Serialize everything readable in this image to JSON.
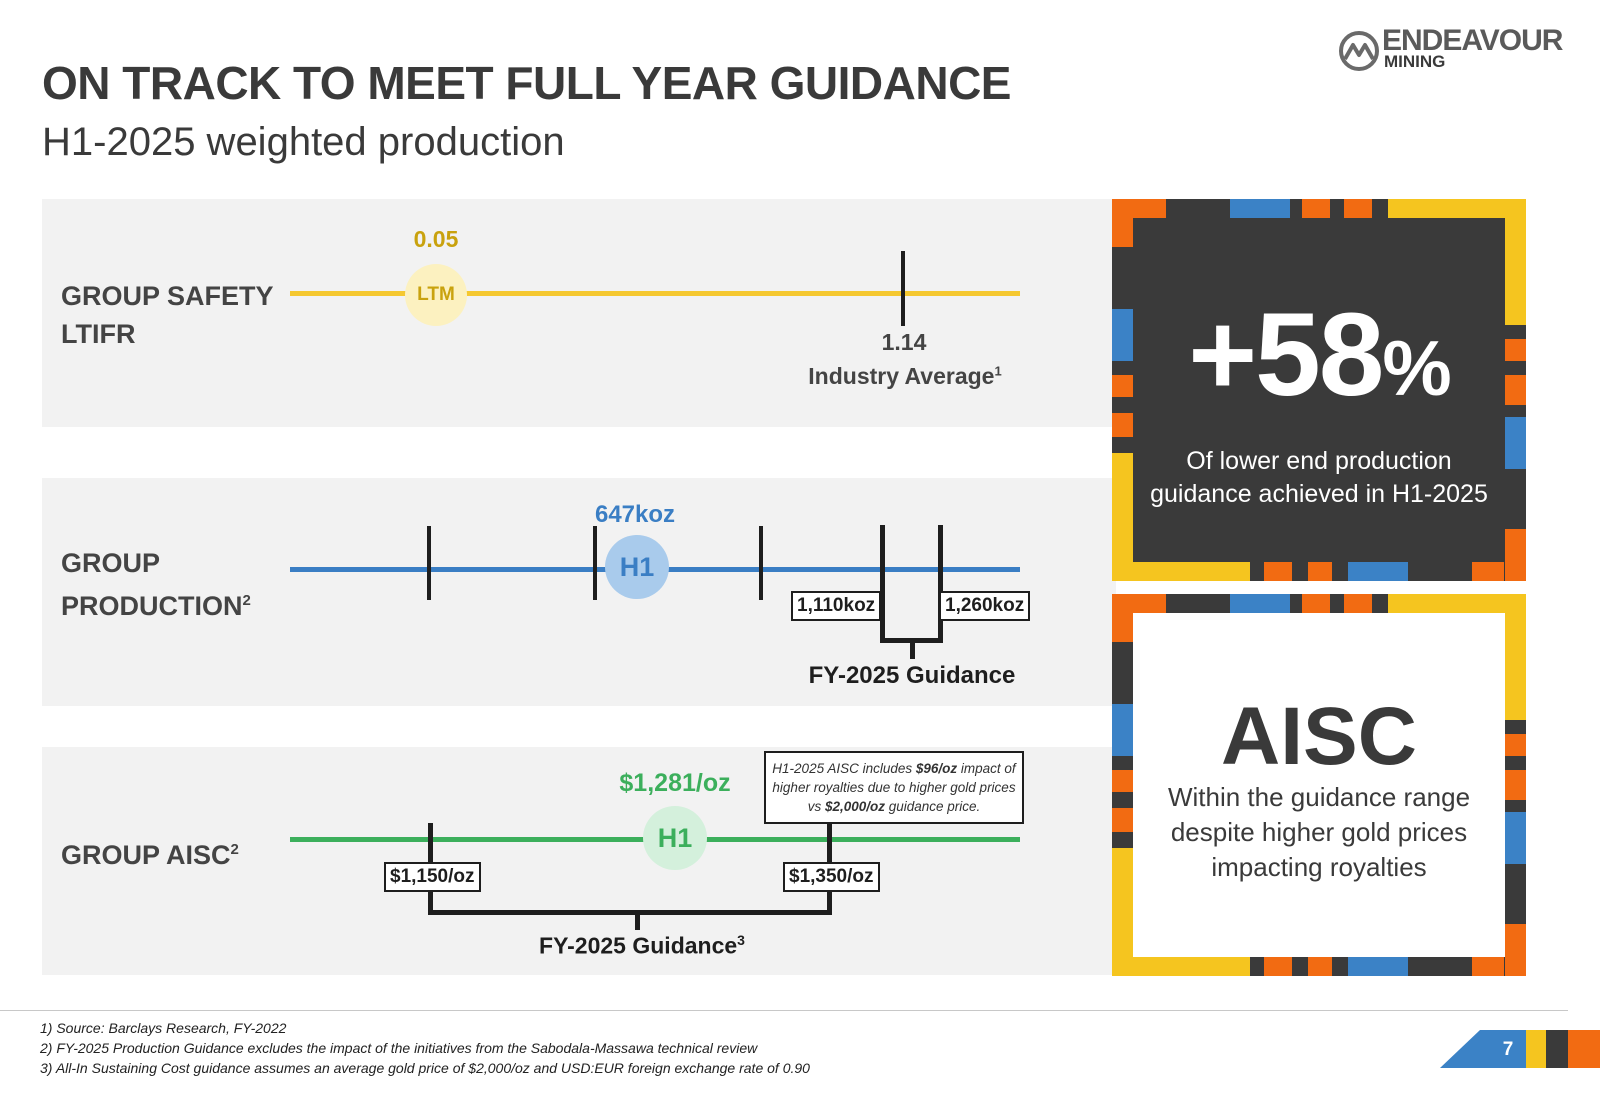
{
  "header": {
    "title": "ON TRACK TO MEET FULL YEAR GUIDANCE",
    "subtitle": "H1-2025 weighted production"
  },
  "logo": {
    "line1": "ENDEAVOUR",
    "line2": "MINING",
    "icon": "mountain-logo-icon"
  },
  "colors": {
    "safety": "#f5c830",
    "production": "#3a7ec4",
    "aisc": "#3caf5c",
    "orange": "#f26b12",
    "blue": "#3b82c6",
    "yellow": "#f5c51f",
    "dark": "#3a3a3a"
  },
  "safety": {
    "label_line1": "GROUP SAFETY",
    "label_line2": "LTIFR",
    "value": "0.05",
    "marker": "LTM",
    "industry_value": "1.14",
    "industry_label": "Industry Average",
    "industry_sup": "1"
  },
  "production": {
    "label_line1": "GROUP",
    "label_line2": "PRODUCTION",
    "label_sup": "2",
    "value": "647koz",
    "marker": "H1",
    "guidance_low": "1,110koz",
    "guidance_high": "1,260koz",
    "guidance_label": "FY-2025 Guidance"
  },
  "aisc": {
    "label": "GROUP AISC",
    "label_sup": "2",
    "value": "$1,281/oz",
    "marker": "H1",
    "guidance_low": "$1,150/oz",
    "guidance_high": "$1,350/oz",
    "guidance_label": "FY-2025 Guidance",
    "guidance_sup": "3",
    "callout": {
      "p1": "H1-2025 AISC includes ",
      "b1": "$96/oz",
      "p2": " impact of higher royalties due to higher gold prices vs ",
      "b2": "$2,000/oz",
      "p3": " guidance price."
    }
  },
  "card_production": {
    "big": "+58",
    "pct": "%",
    "text_line1": "Of lower end production",
    "text_line2": "guidance achieved in H1-2025"
  },
  "card_aisc": {
    "big": "AISC",
    "text_line1": "Within the guidance range",
    "text_line2": "despite higher gold prices",
    "text_line3": "impacting royalties"
  },
  "footnotes": [
    "1) Source: Barclays Research, FY-2022",
    "2) FY-2025 Production Guidance excludes the impact of the initiatives from the Sabodala-Massawa technical review",
    "3) All-In Sustaining Cost guidance assumes an average gold price of $2,000/oz and USD:EUR foreign exchange rate of 0.90"
  ],
  "page_number": "7"
}
